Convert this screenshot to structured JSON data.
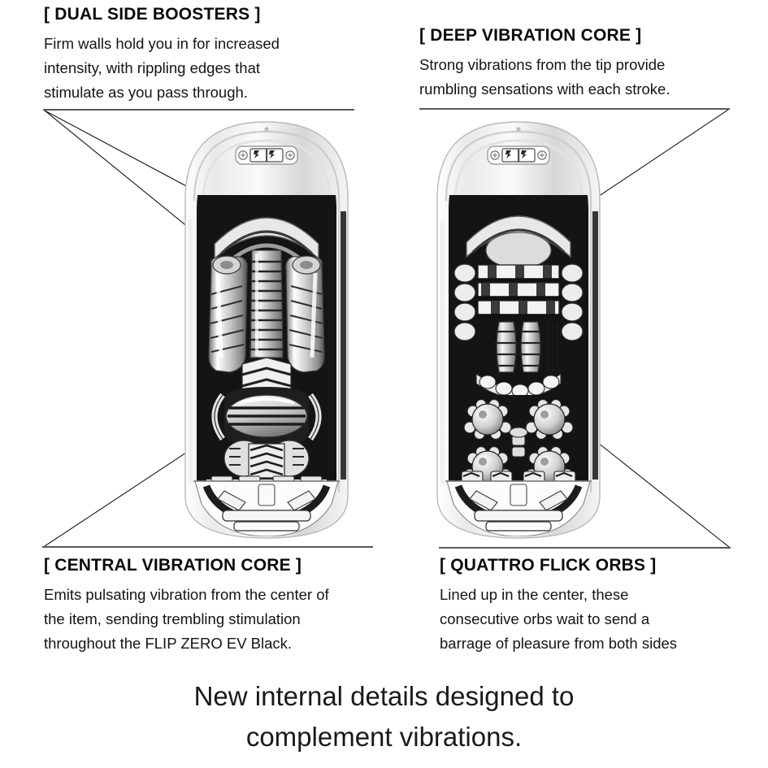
{
  "document": {
    "type": "product-feature-infographic",
    "background_color": "#ffffff",
    "text_color": "#111111",
    "line_color": "#1a1a1a"
  },
  "callouts": {
    "top_left": {
      "heading": "[ DUAL SIDE BOOSTERS ]",
      "body_lines": [
        "Firm walls hold you in for increased",
        "intensity, with rippling edges that",
        "stimulate as you pass through."
      ]
    },
    "top_right": {
      "heading": "[ DEEP VIBRATION CORE ]",
      "body_lines": [
        "Strong vibrations from the tip provide",
        "rumbling sensations with each stroke."
      ]
    },
    "bottom_left": {
      "heading": "[ CENTRAL VIBRATION CORE ]",
      "body_lines": [
        "Emits pulsating vibration from the center of",
        "the item, sending trembling stimulation",
        "throughout the FLIP ZERO EV Black."
      ]
    },
    "bottom_right": {
      "heading": "[ QUATTRO FLICK ORBS ]",
      "body_lines": [
        "Lined up in the center, these",
        "consecutive orbs wait to send a",
        "barrage of pleasure from both sides"
      ]
    }
  },
  "headline": {
    "lines": [
      "New internal details designed to",
      "complement vibrations."
    ]
  },
  "devices": {
    "left": {
      "name": "flip-zero-ev-black-cutaway-left",
      "highlighted_features": [
        "dual-side-boosters",
        "central-vibration-core"
      ]
    },
    "right": {
      "name": "flip-zero-ev-black-cutaway-right",
      "highlighted_features": [
        "deep-vibration-core",
        "quattro-flick-orbs"
      ]
    }
  }
}
